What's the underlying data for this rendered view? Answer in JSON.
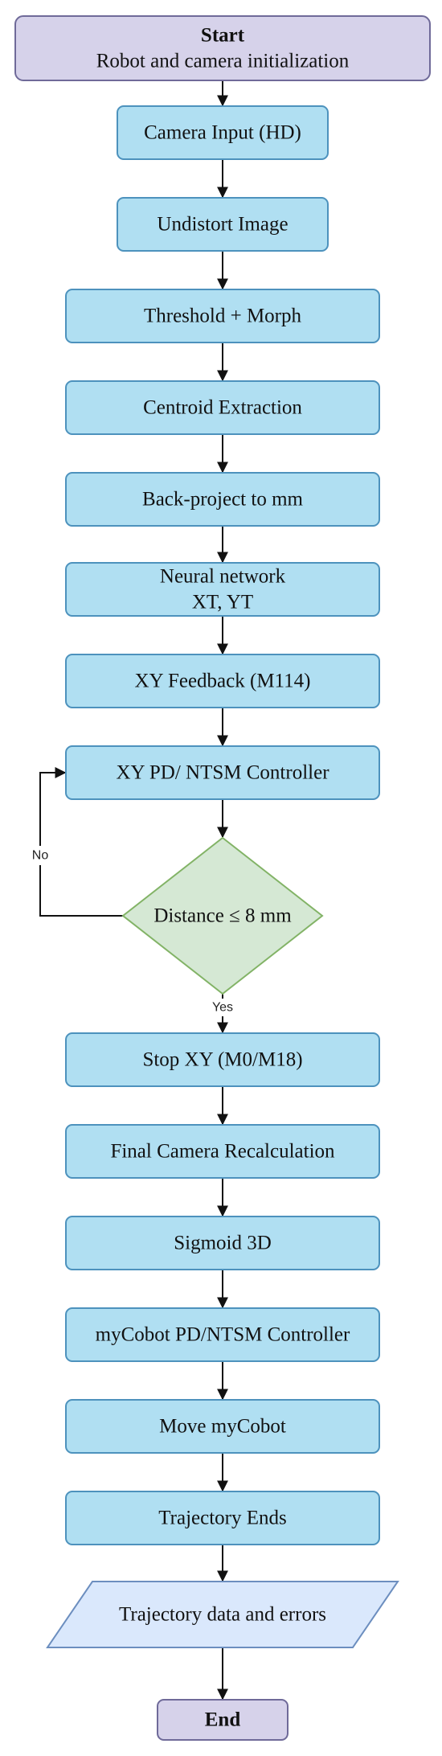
{
  "flowchart": {
    "nodes": [
      {
        "id": "start",
        "shape": "terminal-start",
        "lines": [
          "Start",
          "Robot and camera initialization"
        ],
        "bold_first": true
      },
      {
        "id": "camera-input",
        "shape": "process",
        "lines": [
          "Camera Input (HD)"
        ]
      },
      {
        "id": "undistort",
        "shape": "process",
        "lines": [
          "Undistort Image"
        ]
      },
      {
        "id": "threshold",
        "shape": "process",
        "lines": [
          "Threshold + Morph"
        ]
      },
      {
        "id": "centroid",
        "shape": "process",
        "lines": [
          "Centroid Extraction"
        ]
      },
      {
        "id": "backproject",
        "shape": "process",
        "lines": [
          "Back-project to mm"
        ]
      },
      {
        "id": "neural-network",
        "shape": "process",
        "lines": [
          "Neural network",
          "XT, YT"
        ]
      },
      {
        "id": "xy-feedback",
        "shape": "process",
        "lines": [
          "XY Feedback (M114)"
        ]
      },
      {
        "id": "xy-controller",
        "shape": "process",
        "lines": [
          "XY PD/ NTSM Controller"
        ]
      },
      {
        "id": "distance-check",
        "shape": "decision",
        "lines": [
          "Distance ≤ 8 mm"
        ]
      },
      {
        "id": "stop-xy",
        "shape": "process",
        "lines": [
          "Stop XY (M0/M18)"
        ]
      },
      {
        "id": "final-recalc",
        "shape": "process",
        "lines": [
          "Final Camera Recalculation"
        ]
      },
      {
        "id": "sigmoid",
        "shape": "process",
        "lines": [
          "Sigmoid 3D"
        ]
      },
      {
        "id": "mycobot-controller",
        "shape": "process",
        "lines": [
          "myCobot PD/NTSM Controller"
        ]
      },
      {
        "id": "move-mycobot",
        "shape": "process",
        "lines": [
          "Move myCobot"
        ]
      },
      {
        "id": "trajectory-ends",
        "shape": "process",
        "lines": [
          "Trajectory Ends"
        ]
      },
      {
        "id": "trajectory-data",
        "shape": "data",
        "lines": [
          "Trajectory data and errors"
        ]
      },
      {
        "id": "end",
        "shape": "terminal-end",
        "lines": [
          "End"
        ],
        "bold_first": true
      }
    ],
    "edges": [
      {
        "from": "distance-check",
        "to": "stop-xy",
        "label": "Yes"
      },
      {
        "from": "distance-check",
        "to": "xy-controller",
        "label": "No",
        "route": "loop-left"
      }
    ]
  },
  "colors": {
    "process_fill": "#b0dff2",
    "process_stroke": "#4d92bd",
    "terminal_fill": "#d6d2ea",
    "terminal_stroke": "#6f6a99",
    "decision_fill": "#d5e8d4",
    "decision_stroke": "#82b366",
    "data_fill": "#dae8fc",
    "data_stroke": "#6c8ebf",
    "edge": "#111111"
  }
}
